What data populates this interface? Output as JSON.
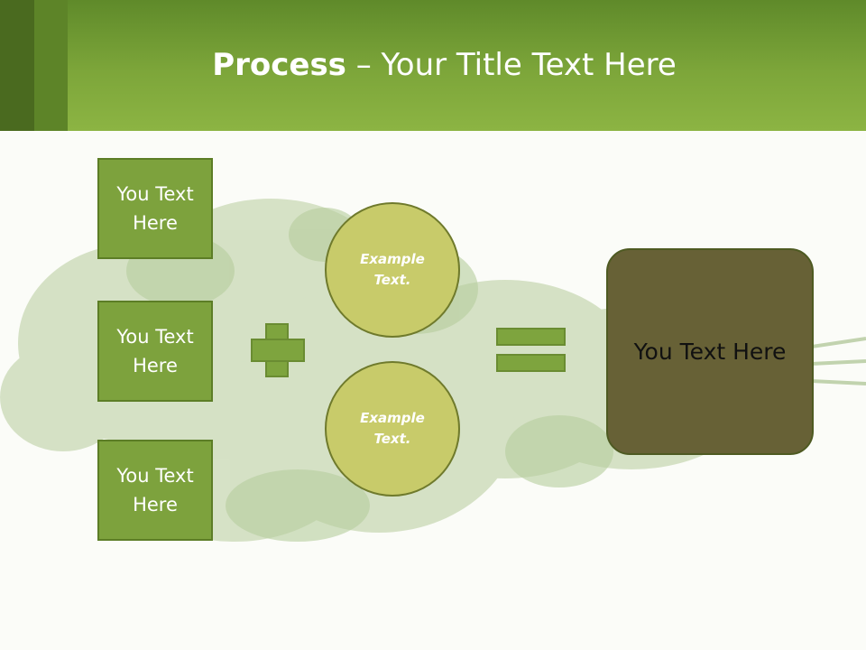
{
  "title": {
    "bold": "Process",
    "rest": " – Your Title Text Here"
  },
  "left_boxes": [
    {
      "line1": "You Text",
      "line2": "Here"
    },
    {
      "line1": "You Text",
      "line2": "Here"
    },
    {
      "line1": "You Text",
      "line2": "Here"
    }
  ],
  "circles": [
    {
      "line1": "Example",
      "line2": "Text."
    },
    {
      "line1": "Example",
      "line2": "Text."
    }
  ],
  "result": {
    "text": "You Text Here"
  },
  "colors": {
    "header": "#8cb443",
    "box": "#7da23d",
    "circle": "#c8cb6a",
    "result": "#676136"
  }
}
